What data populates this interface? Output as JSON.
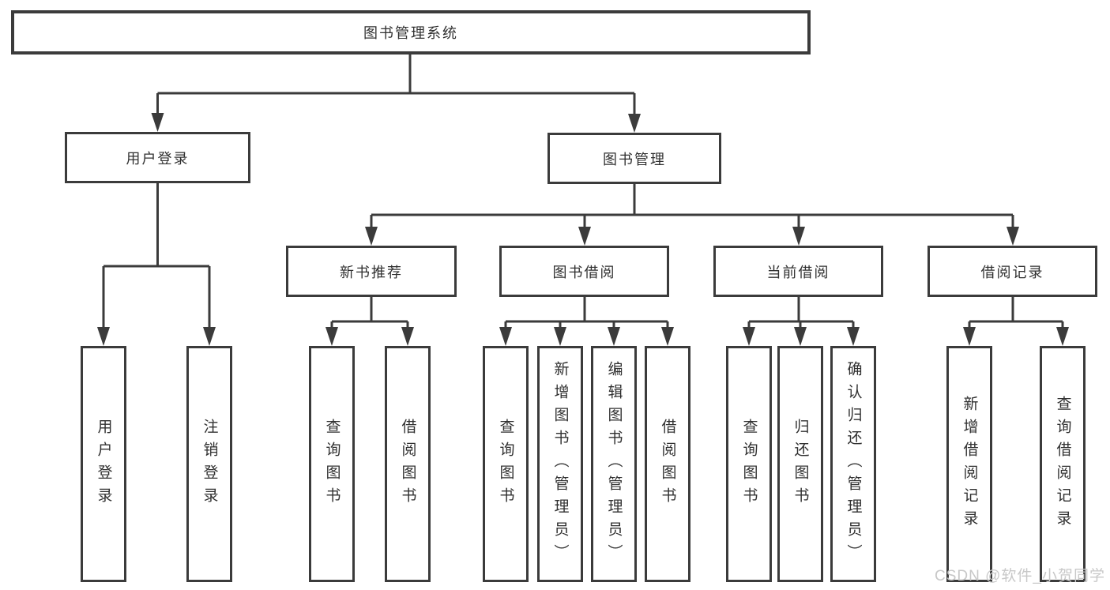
{
  "diagram": {
    "root": {
      "label": "图书管理系统"
    },
    "level2": [
      {
        "label": "用户登录"
      },
      {
        "label": "图书管理"
      }
    ],
    "level3": [
      {
        "label": "新书推荐"
      },
      {
        "label": "图书借阅"
      },
      {
        "label": "当前借阅"
      },
      {
        "label": "借阅记录"
      }
    ],
    "leaves": {
      "user_login": [
        "用户登录",
        "注销登录"
      ],
      "new_book_recommend": [
        "查询图书",
        "借阅图书"
      ],
      "book_borrow": [
        "查询图书",
        "新增图书（管理员）",
        "编辑图书（管理员）",
        "借阅图书"
      ],
      "current_borrow": [
        "查询图书",
        "归还图书",
        "确认归还（管理员）"
      ],
      "borrow_records": [
        "新增借阅记录",
        "查询借阅记录"
      ]
    }
  },
  "watermark": {
    "text": "CSDN @软件_小贺同学"
  },
  "colors": {
    "line": "#3b3b3b",
    "box_border": "#3b3b3b",
    "text": "#303030",
    "watermark": "#c8c8c8",
    "background": "#ffffff"
  }
}
